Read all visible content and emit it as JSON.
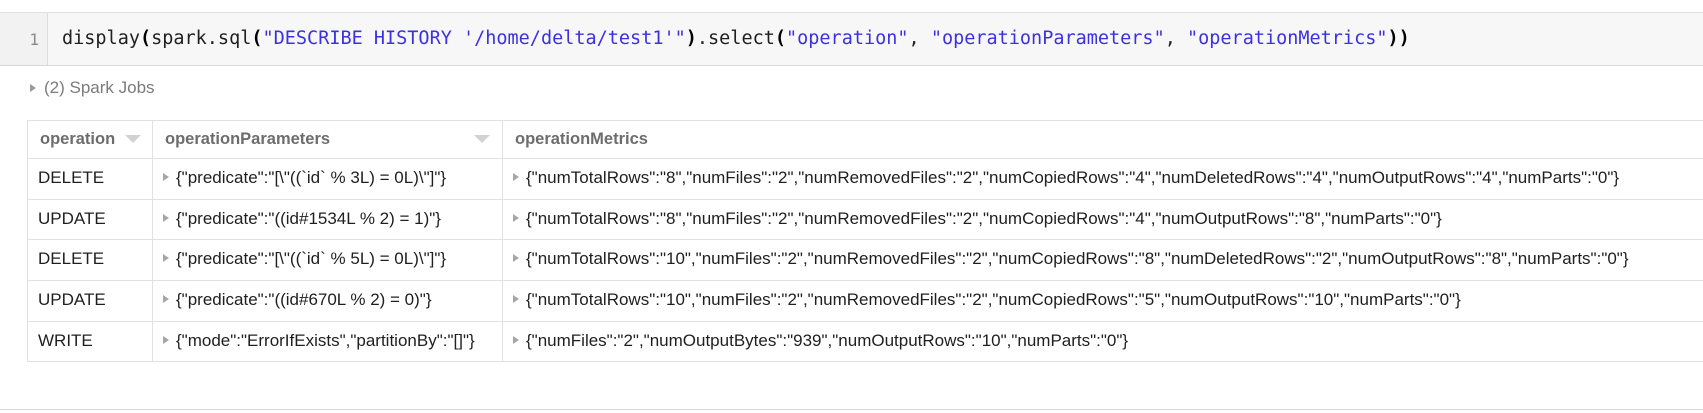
{
  "notebook": {
    "line_number": "1",
    "code_tokens": [
      {
        "t": "display",
        "k": "plain"
      },
      {
        "t": "(",
        "k": "paren"
      },
      {
        "t": "spark.sql",
        "k": "plain"
      },
      {
        "t": "(",
        "k": "paren"
      },
      {
        "t": "\"DESCRIBE HISTORY '/home/delta/test1'\"",
        "k": "string"
      },
      {
        "t": ")",
        "k": "paren"
      },
      {
        "t": ".select",
        "k": "plain"
      },
      {
        "t": "(",
        "k": "paren"
      },
      {
        "t": "\"operation\"",
        "k": "string"
      },
      {
        "t": ", ",
        "k": "plain"
      },
      {
        "t": "\"operationParameters\"",
        "k": "string"
      },
      {
        "t": ", ",
        "k": "plain"
      },
      {
        "t": "\"operationMetrics\"",
        "k": "string"
      },
      {
        "t": ")",
        "k": "paren"
      },
      {
        "t": ")",
        "k": "paren"
      }
    ],
    "code_plain": "display(spark.sql(\"DESCRIBE HISTORY '/home/delta/test1'\").select(\"operation\", \"operationParameters\", \"operationMetrics\"))",
    "spark_jobs_label": "(2) Spark Jobs"
  },
  "table": {
    "columns": [
      {
        "key": "operation",
        "label": "operation",
        "sortable": true
      },
      {
        "key": "operationParameters",
        "label": "operationParameters",
        "sortable": true
      },
      {
        "key": "operationMetrics",
        "label": "operationMetrics",
        "sortable": false
      }
    ],
    "rows": [
      {
        "operation": "DELETE",
        "operationParameters": "{\"predicate\":\"[\\\"((`id` % 3L) = 0L)\\\"]\"}",
        "operationMetrics": "{\"numTotalRows\":\"8\",\"numFiles\":\"2\",\"numRemovedFiles\":\"2\",\"numCopiedRows\":\"4\",\"numDeletedRows\":\"4\",\"numOutputRows\":\"4\",\"numParts\":\"0\"}"
      },
      {
        "operation": "UPDATE",
        "operationParameters": "{\"predicate\":\"((id#1534L % 2) = 1)\"}",
        "operationMetrics": "{\"numTotalRows\":\"8\",\"numFiles\":\"2\",\"numRemovedFiles\":\"2\",\"numCopiedRows\":\"4\",\"numOutputRows\":\"8\",\"numParts\":\"0\"}"
      },
      {
        "operation": "DELETE",
        "operationParameters": "{\"predicate\":\"[\\\"((`id` % 5L) = 0L)\\\"]\"}",
        "operationMetrics": "{\"numTotalRows\":\"10\",\"numFiles\":\"2\",\"numRemovedFiles\":\"2\",\"numCopiedRows\":\"8\",\"numDeletedRows\":\"2\",\"numOutputRows\":\"8\",\"numParts\":\"0\"}"
      },
      {
        "operation": "UPDATE",
        "operationParameters": "{\"predicate\":\"((id#670L % 2) = 0)\"}",
        "operationMetrics": "{\"numTotalRows\":\"10\",\"numFiles\":\"2\",\"numRemovedFiles\":\"2\",\"numCopiedRows\":\"5\",\"numOutputRows\":\"10\",\"numParts\":\"0\"}"
      },
      {
        "operation": "WRITE",
        "operationParameters": "{\"mode\":\"ErrorIfExists\",\"partitionBy\":\"[]\"}",
        "operationMetrics": "{\"numFiles\":\"2\",\"numOutputBytes\":\"939\",\"numOutputRows\":\"10\",\"numParts\":\"0\"}"
      }
    ]
  },
  "colors": {
    "string_token": "#3b31e0",
    "code_text": "#202020",
    "header_text": "#6d6d6d",
    "cell_background": "#ffffff",
    "grid_line": "#e2e2e2",
    "code_cell_background": "#f7f7f7"
  }
}
